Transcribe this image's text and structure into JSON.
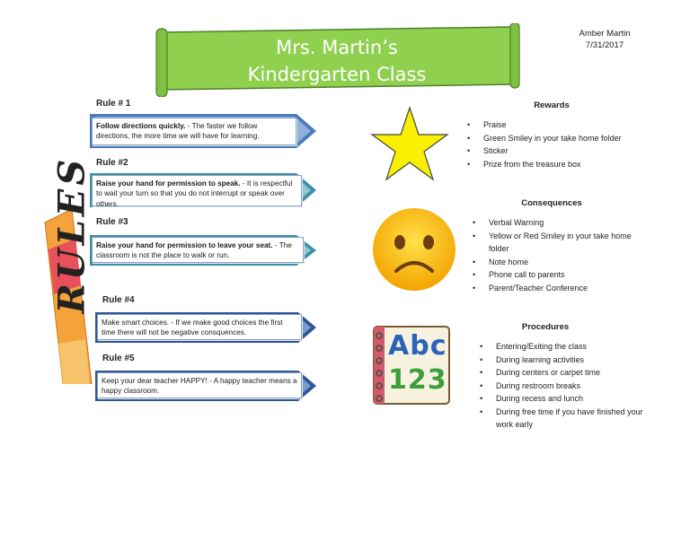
{
  "header": {
    "title_line1": "Mrs. Martin’s",
    "title_line2": "Kindergarten Class",
    "author": "Amber Martin",
    "date": "7/31/2017"
  },
  "rules_art_text": "RULES",
  "rules": [
    {
      "label": "Rule # 1",
      "bold": "Follow directions quickly.",
      "text": " - The faster we follow directions, the more time we will have for learning."
    },
    {
      "label": "Rule #2",
      "bold": "Raise your hand for permission to speak.",
      "text": " - It is respectful to wait your turn so that you do not interrupt or speak over others."
    },
    {
      "label": "Rule #3",
      "bold": "Raise your hand for permission to leave your seat.",
      "text": " - The classroom is not the place to walk or run."
    },
    {
      "label": "Rule #4",
      "bold": "",
      "text": "Make smart choices. - If we make good choices the first time there will not be negative consquences."
    },
    {
      "label": "Rule #5",
      "bold": "",
      "text": "Keep your dear teacher HAPPY! - A happy teacher means a happy classroom."
    }
  ],
  "rewards": {
    "title": "Rewards",
    "items": [
      "Praise",
      "Green Smiley in your take home folder",
      "Sticker",
      "Prize from the treasure box"
    ]
  },
  "consequences": {
    "title": "Consequences",
    "items": [
      "Verbal Warning",
      "Yellow or Red Smiley in your take home folder",
      "Note home",
      "Phone call to parents",
      "Parent/Teacher Conference"
    ]
  },
  "procedures": {
    "title": "Procedures",
    "items": [
      "Entering/Exiting the class",
      "During learning activities",
      "During centers or carpet time",
      "During restroom breaks",
      "During recess and lunch",
      "During free time if you have finished your work early"
    ]
  },
  "notebook": {
    "line1": "Abc",
    "line2": "123"
  },
  "colors": {
    "banner": "#8fd14f",
    "arrow_dark": "#2f5597",
    "arrow_light": "#5b9bd5",
    "star": "#f8f000",
    "face": "#f5b400"
  }
}
